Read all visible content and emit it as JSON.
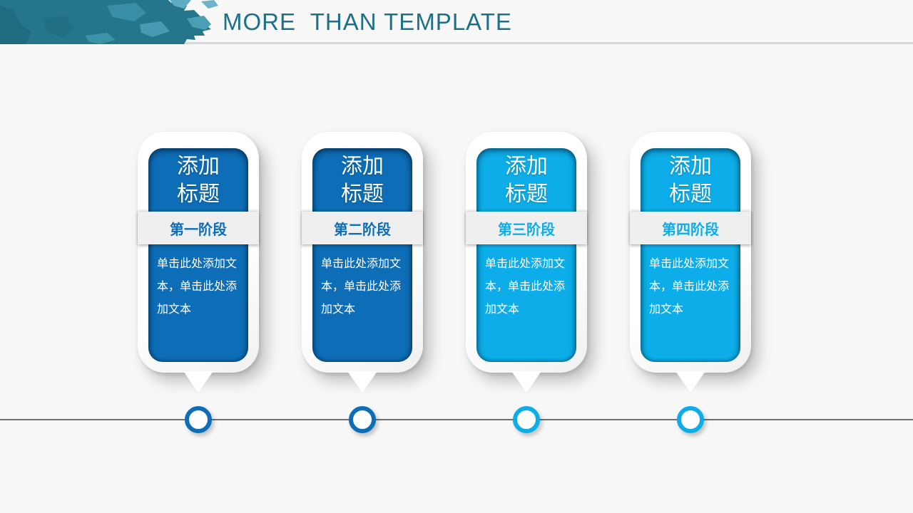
{
  "header": {
    "title": "MORE  THAN TEMPLATE",
    "title_color": "#1d7089"
  },
  "cards": [
    {
      "title": "添加标题",
      "stage": "第一阶段",
      "body": "单击此处添加文本，单击此处添加文本",
      "accent": "#0d6db6"
    },
    {
      "title": "添加标题",
      "stage": "第二阶段",
      "body": "单击此处添加文本，单击此处添加文本",
      "accent": "#0d6db6"
    },
    {
      "title": "添加标题",
      "stage": "第三阶段",
      "body": "单击此处添加文本，单击此处添加文本",
      "accent": "#0cade8"
    },
    {
      "title": "添加标题",
      "stage": "第四阶段",
      "body": "单击此处添加文本，单击此处添加文本",
      "accent": "#0cade8"
    }
  ],
  "timeline": {
    "node_count": 4,
    "line_color": "#6f6f6f"
  },
  "colors": {
    "slide_background": "#f7f7f7",
    "header_background": "#f8f8f8",
    "map_teal": "#26768b",
    "map_teal_dark": "#1e6a7e",
    "map_teal_light": "#4b9fb5"
  }
}
